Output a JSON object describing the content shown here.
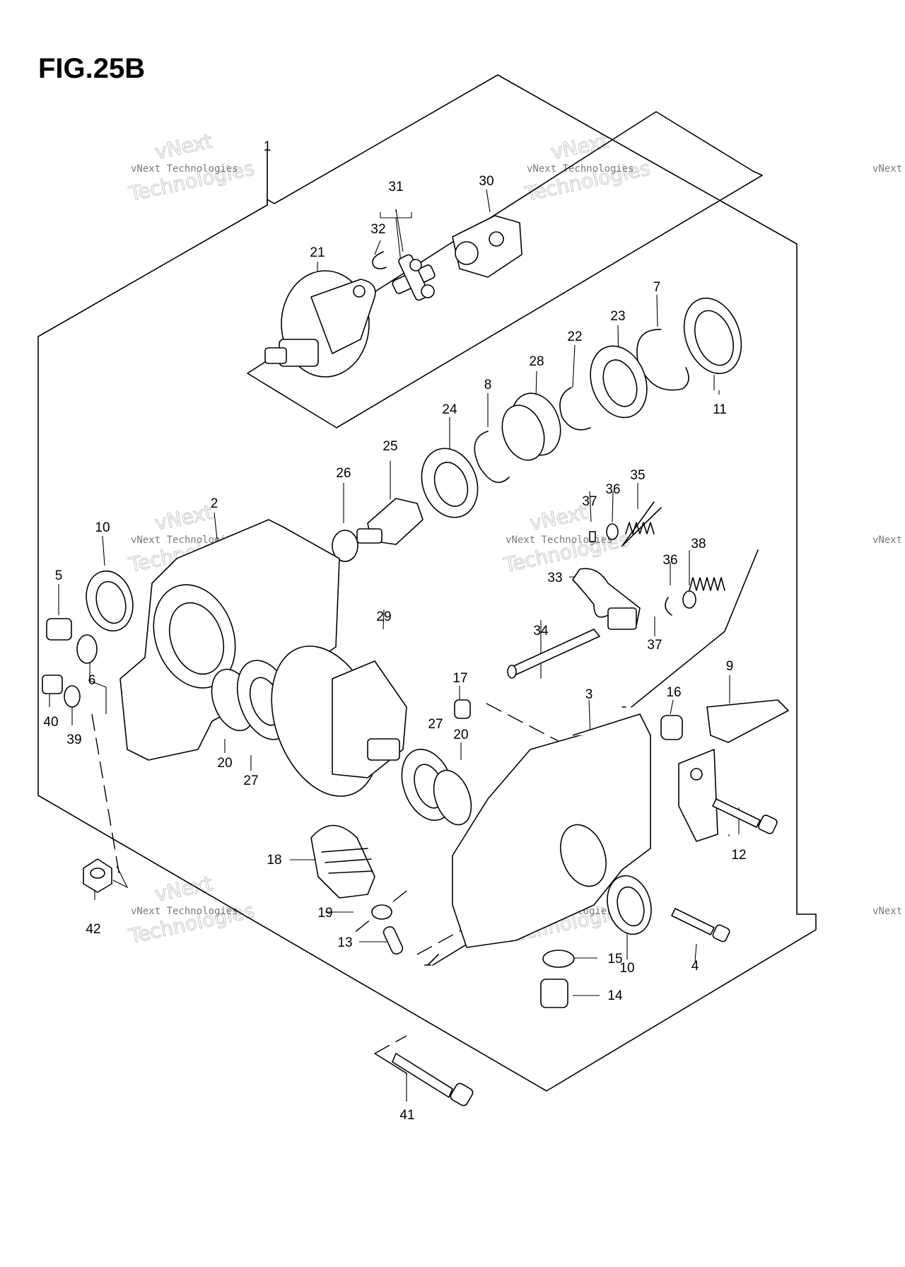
{
  "figure": {
    "title": "FIG.25B"
  },
  "watermark": {
    "line1": "vNext Technologies",
    "line2": "Technologies",
    "line3": "vNext"
  },
  "callouts": {
    "c1": "1",
    "c2": "2",
    "c3": "3",
    "c4": "4",
    "c5": "5",
    "c6": "6",
    "c7": "7",
    "c8": "8",
    "c9": "9",
    "c10a": "10",
    "c10b": "10",
    "c11": "11",
    "c12": "12",
    "c13": "13",
    "c14": "14",
    "c15": "15",
    "c16": "16",
    "c17": "17",
    "c18": "18",
    "c19": "19",
    "c20a": "20",
    "c20b": "20",
    "c21": "21",
    "c22": "22",
    "c23": "23",
    "c24": "24",
    "c25": "25",
    "c26": "26",
    "c27a": "27",
    "c27b": "27",
    "c28": "28",
    "c29": "29",
    "c30": "30",
    "c31": "31",
    "c32": "32",
    "c33": "33",
    "c34": "34",
    "c35": "35",
    "c36a": "36",
    "c36b": "36",
    "c37a": "37",
    "c37b": "37",
    "c38": "38",
    "c39": "39",
    "c40": "40",
    "c41": "41",
    "c42": "42"
  }
}
